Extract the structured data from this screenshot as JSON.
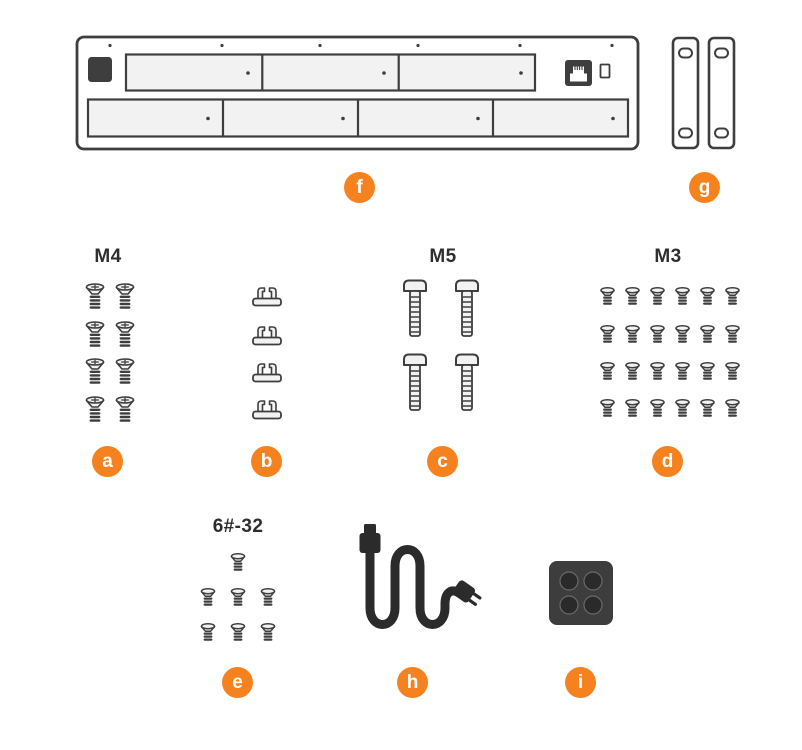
{
  "colors": {
    "accent": "#F6821F",
    "outline": "#3E3E3E",
    "fill_light": "#F2F2F2",
    "dark": "#2B2B2B"
  },
  "titles": {
    "m4": "M4",
    "m5": "M5",
    "m3": "M3",
    "no6_32": "6#-32"
  },
  "badges": {
    "chassis": "f",
    "rack_ears": "g",
    "m4_screws": "a",
    "cable_clips": "b",
    "m5_screws": "c",
    "m3_screws": "d",
    "no6_32_screws": "e",
    "power_cord": "h",
    "rubber_feet": "i"
  },
  "counts": {
    "m4_screws": 8,
    "cable_clips": 4,
    "m5_screws": 4,
    "m3_screws": 24,
    "no6_32_screws": 7,
    "rack_ears": 2,
    "power_cord": 1,
    "rubber_feet": 1
  }
}
